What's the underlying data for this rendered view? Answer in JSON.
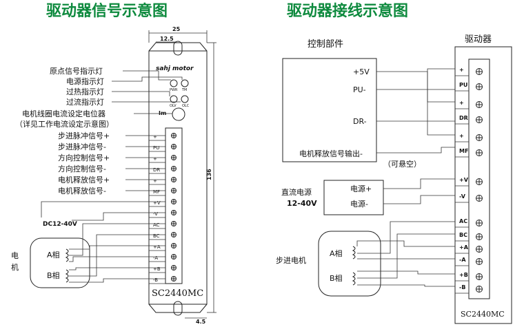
{
  "left": {
    "title": "驱动器信号示意图",
    "dims": {
      "width": "25",
      "hole": "12.5",
      "height": "136",
      "bottom": "4.5"
    },
    "logo": "sahj motor",
    "leds": [
      "PWR",
      "TM",
      "OLV",
      "OLC"
    ],
    "pot": "Im",
    "model": "SC2440MC",
    "callouts": [
      "原点信号指示灯",
      "电源指示灯",
      "过热指示灯",
      "过流指示灯",
      "电机线圈电流设定电位器",
      "（详见工作电流设定示意图）"
    ],
    "signals": [
      "步进脉冲信号+",
      "步进脉冲信号-",
      "方向控制信号+",
      "方向控制信号-",
      "电机释放信号+",
      "电机释放信号-"
    ],
    "terminals": [
      "+",
      "PU",
      "+",
      "DR",
      "+",
      "MF",
      "+V",
      "-V",
      "AC",
      "BC",
      "+A",
      "-A",
      "+B",
      "-B"
    ],
    "dc": "DC12-40V",
    "motor_label": [
      "电",
      "机"
    ],
    "phase_a": "A相",
    "phase_b": "B相"
  },
  "right": {
    "title": "驱动器接线示意图",
    "ctrl_title": "控制部件",
    "drv_title": "驱动器",
    "ctrl_signals": [
      "+5V",
      "PU-",
      "DR-",
      "电机释放信号输出-"
    ],
    "float_note": "（可悬空）",
    "terminals": [
      "+",
      "PU",
      "+",
      "DR",
      "+",
      "MF",
      "+V",
      "-V",
      "AC",
      "BC",
      "+A",
      "-A",
      "+B",
      "-B"
    ],
    "psu_label": [
      "直流电源",
      "12-40V"
    ],
    "psu_pins": [
      "电源+",
      "电源-"
    ],
    "motor_label": "步进电机",
    "phase_a": "A相",
    "phase_b": "B相",
    "model": "SC2440MC"
  },
  "colors": {
    "title": "#0e8a3e",
    "line": "#222222"
  }
}
